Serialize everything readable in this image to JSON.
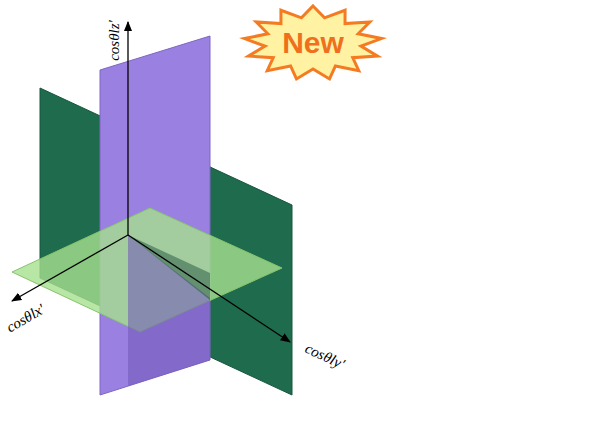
{
  "diagram": {
    "nodes": [
      {
        "text": [
          "New"
        ]
      }
    ],
    "labels": [
      "cosθlz'",
      "cosθlx'",
      "cosθly'"
    ]
  }
}
